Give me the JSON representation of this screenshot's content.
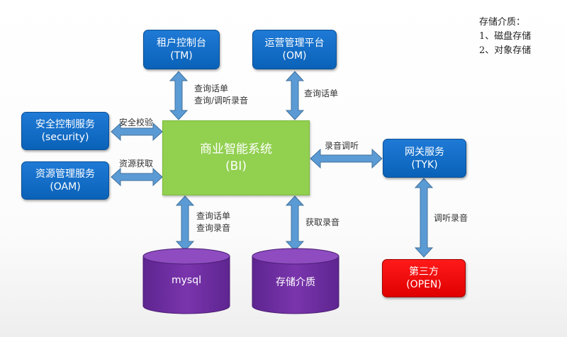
{
  "nodes": {
    "tm": {
      "title": "租户控制台",
      "sub": "(TM)"
    },
    "om": {
      "title": "运营管理平台",
      "sub": "(OM)"
    },
    "security": {
      "title": "安全控制服务",
      "sub": "(security)"
    },
    "oam": {
      "title": "资源管理服务",
      "sub": "(OAM)"
    },
    "bi": {
      "title": "商业智能系统",
      "sub": "(BI)"
    },
    "tyk": {
      "title": "网关服务",
      "sub": "(TYK)"
    },
    "open": {
      "title": "第三方",
      "sub": "(OPEN)"
    },
    "mysql": {
      "title": "mysql"
    },
    "storage": {
      "title": "存储介质"
    }
  },
  "edges": {
    "tm_bi": [
      "查询话单",
      "查询/调听录音"
    ],
    "om_bi": [
      "查询话单"
    ],
    "security_bi": [
      "安全校验"
    ],
    "oam_bi": [
      "资源获取"
    ],
    "tyk_bi": [
      "录音调听"
    ],
    "tyk_open": [
      "调听录音"
    ],
    "bi_mysql": [
      "查询话单",
      "查询录音"
    ],
    "bi_storage": [
      "获取录音"
    ]
  },
  "note": {
    "title": "存储介质：",
    "items": [
      "1、磁盘存储",
      "2、对象存储"
    ]
  },
  "colors": {
    "service_blue": "#0a6ac9",
    "core_green": "#92d050",
    "external_red": "#ff0000",
    "storage_purple": "#7030a0",
    "arrow_blue": "#5b9bd5"
  }
}
